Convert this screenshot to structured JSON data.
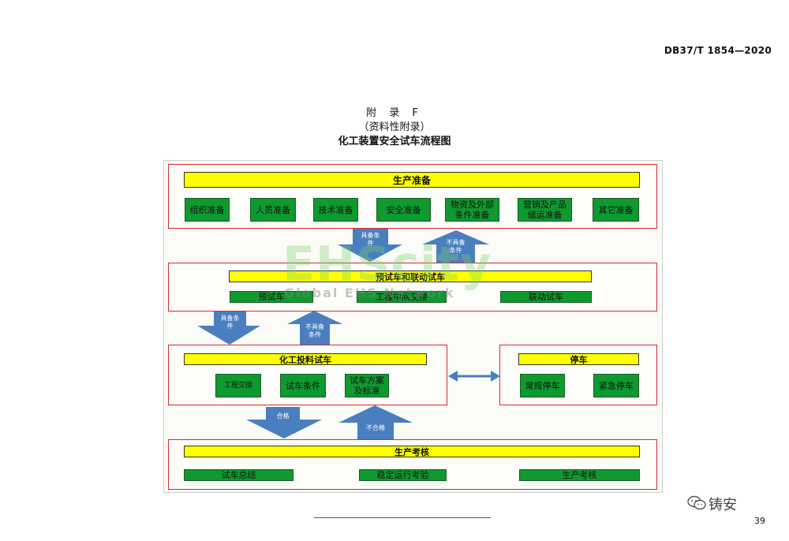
{
  "header": {
    "std_code": "DB37/T 1854—2020"
  },
  "title": {
    "line1": "附  录  F",
    "line2": "（资料性附录）",
    "line3": "化工装置安全试车流程图"
  },
  "sec1": {
    "title": "生产准备",
    "items": [
      "组织准备",
      "人员准备",
      "技术准备",
      "安全准备",
      "物资及外部\n条件准备",
      "营销及产品\n储运准备",
      "其它准备"
    ]
  },
  "arrows": {
    "a1_down": "具备条\n件",
    "a1_up": "不具备\n条件",
    "a2_down": "具备条\n件",
    "a2_up": "不具备\n条件",
    "a3_down": "合格",
    "a3_up": "不合格"
  },
  "sec2": {
    "title": "预试车和联动试车",
    "items": [
      "预试车",
      "工程中间交接",
      "联动试车"
    ]
  },
  "sec3": {
    "title": "化工投料试车",
    "items": [
      "工程交接",
      "试车条件",
      "试车方案\n及标准"
    ]
  },
  "sec_stop": {
    "title": "停车",
    "items": [
      "常规停车",
      "紧急停车"
    ]
  },
  "sec4": {
    "title": "生产考核",
    "items": [
      "试车总结",
      "稳定运行考验",
      "生产考核"
    ]
  },
  "watermark": {
    "main": "EHScity",
    "sub": "Global EHS Network"
  },
  "wechat": {
    "label": "铸安"
  },
  "page_number": "39",
  "colors": {
    "red_border": "#d42a35",
    "yellow": "#ffff00",
    "green": "#0e9a2e",
    "arrow_blue": "#4a7fbf"
  }
}
